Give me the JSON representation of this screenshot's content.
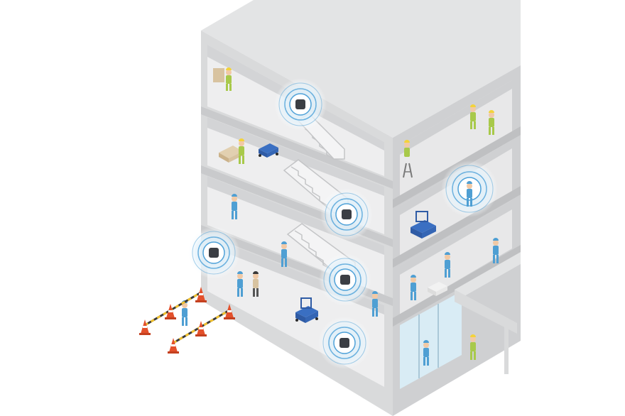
{
  "illustration": {
    "subject": "",
    "floors": 4,
    "colors": {
      "wall_top": "#e3e4e5",
      "wall_front": "#d9dadb",
      "wall_side": "#c9cacc",
      "floor_slab": "#cfd0d2",
      "interior": "#eeeeef",
      "ceiling_shadow": "#d3d4d6",
      "beacon_device": "#3b3e44",
      "beacon_wave": "#4ea1d8",
      "beacon_glow": "#d7ecf8",
      "worker_blue": "#4f9fd3",
      "worker_green": "#a8c94a",
      "helmet_yellow": "#f3d33b",
      "skin": "#f1c9a5",
      "cone_orange": "#e3502b",
      "barrier_yellow": "#f2c230",
      "barrier_dark": "#3a3a3a",
      "cart_blue": "#3a6fc2",
      "crate_tan": "#d8c3a0",
      "glass": "#d9ecf5"
    },
    "beacons": [
      {
        "name": "beacon-floor4-center"
      },
      {
        "name": "beacon-floor3-center"
      },
      {
        "name": "beacon-floor2-left"
      },
      {
        "name": "beacon-floor2-center"
      },
      {
        "name": "beacon-floor1-center"
      },
      {
        "name": "beacon-side-floor3"
      }
    ],
    "icons": [
      "beacon-icon",
      "worker-icon",
      "traffic-cone-icon",
      "lift-cart-icon",
      "staircase-icon",
      "stepladder-icon",
      "box-icon"
    ]
  }
}
